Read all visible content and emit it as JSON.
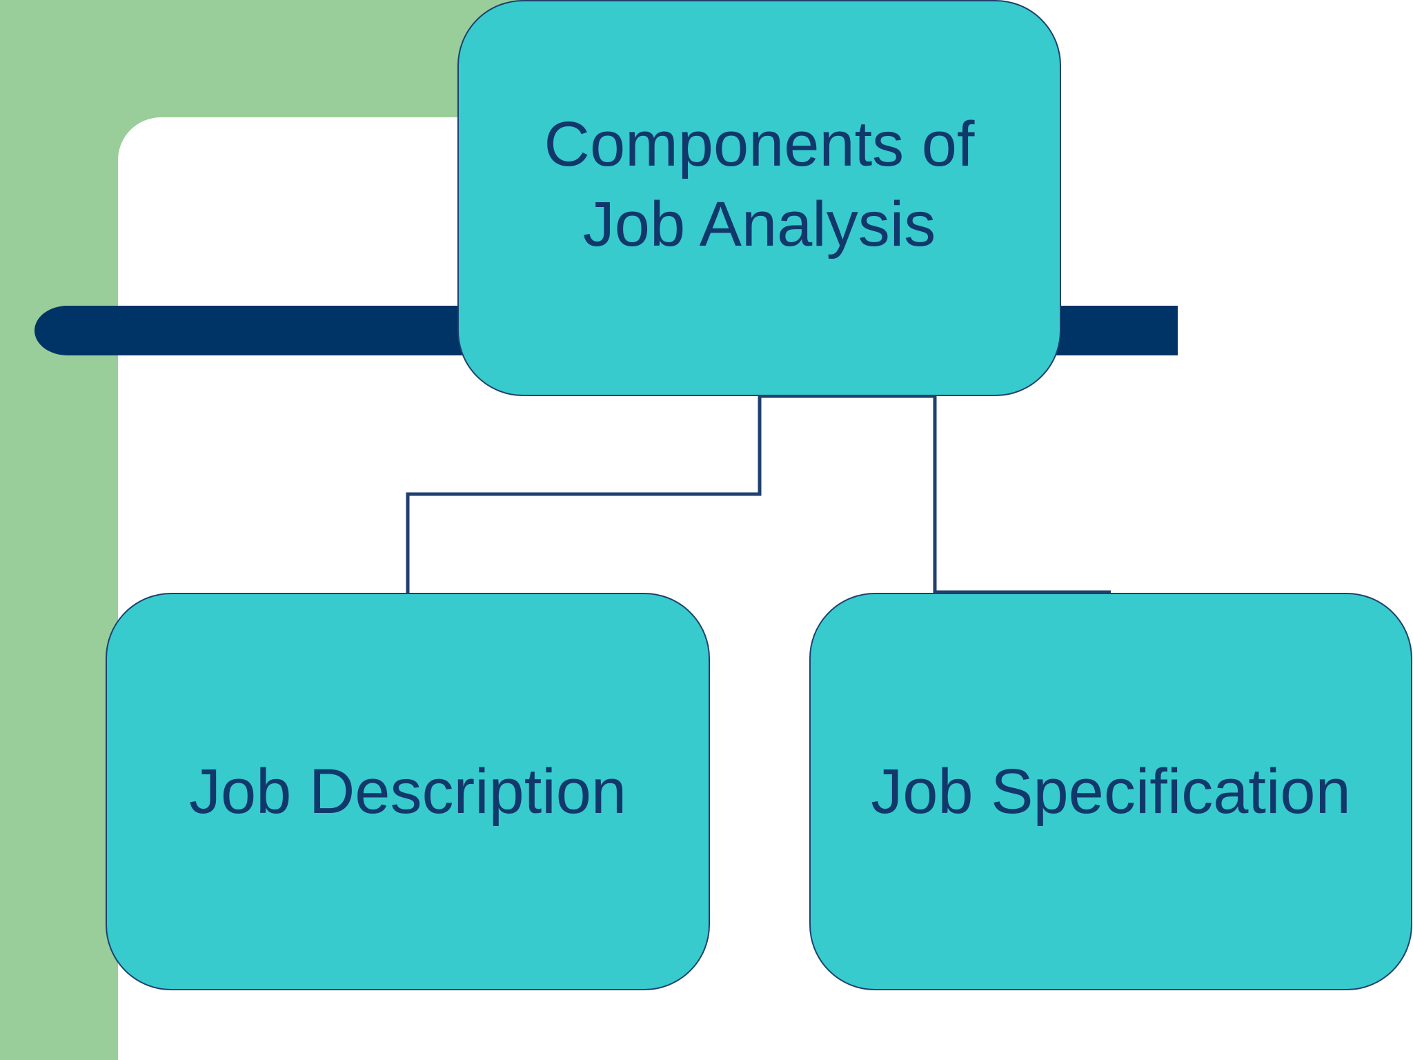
{
  "slide": {
    "colors": {
      "background": "#ffffff",
      "accent_green": "#99cd99",
      "navy": "#003366",
      "box_fill": "#37cbcd",
      "box_text": "#12386b"
    }
  },
  "diagram": {
    "type": "org-chart",
    "root": {
      "label": "Components of\nJob Analysis"
    },
    "children": [
      {
        "label": "Job Description"
      },
      {
        "label": "Job Specification"
      }
    ]
  }
}
